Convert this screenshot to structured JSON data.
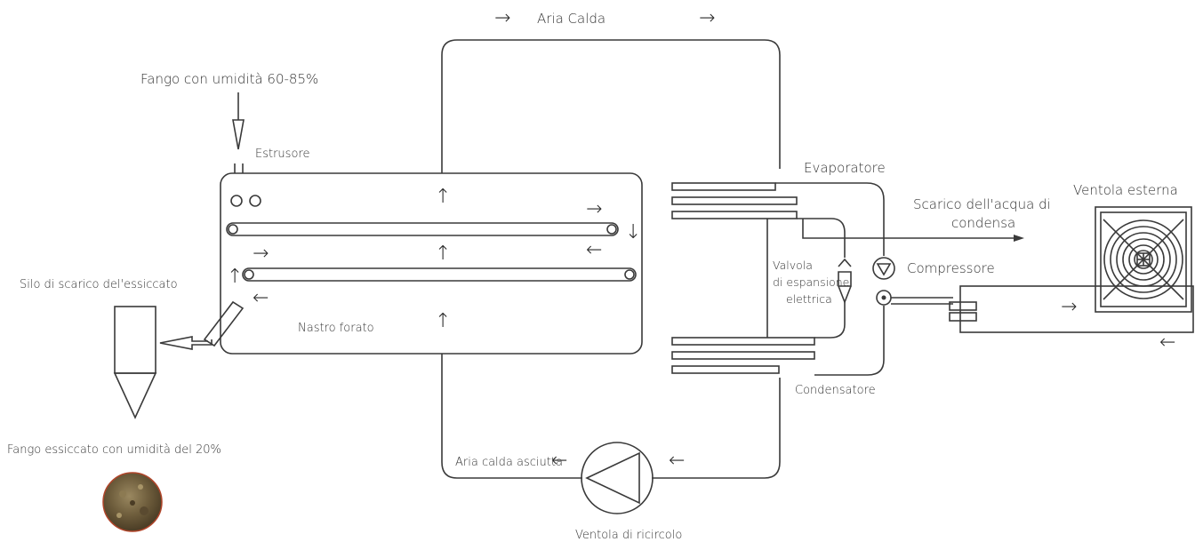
{
  "labels": {
    "aria_calda": "Aria Calda",
    "fango_in": "Fango con umidità 60-85%",
    "estrusore": "Estrusore",
    "evaporatore": "Evaporatore",
    "scarico_l1": "Scarico dell'acqua di",
    "scarico_l2": "condensa",
    "ventola_esterna": "Ventola esterna",
    "compressore": "Compressore",
    "valvola_l1": "Valvola",
    "valvola_l2": "di espansione",
    "valvola_l3": "elettrica",
    "silo": "Silo di scarico del'essiccato",
    "nastro_forato": "Nastro forato",
    "condensatore": "Condensatore",
    "fango_out": "Fango essiccato con umidità del 20%",
    "aria_calda_asciutta": "Aria calda asciutta",
    "ventola_ricircolo": "Ventola di ricircolo"
  },
  "arrows": {
    "right": "→",
    "left": "←",
    "up": "↑",
    "down": "↓"
  },
  "colors": {
    "line": "#3a3a3a",
    "text": "#333333",
    "sludge_dark": "#5a4a30",
    "sludge_light": "#8c7a52",
    "sludge_rim": "#b0452a"
  }
}
